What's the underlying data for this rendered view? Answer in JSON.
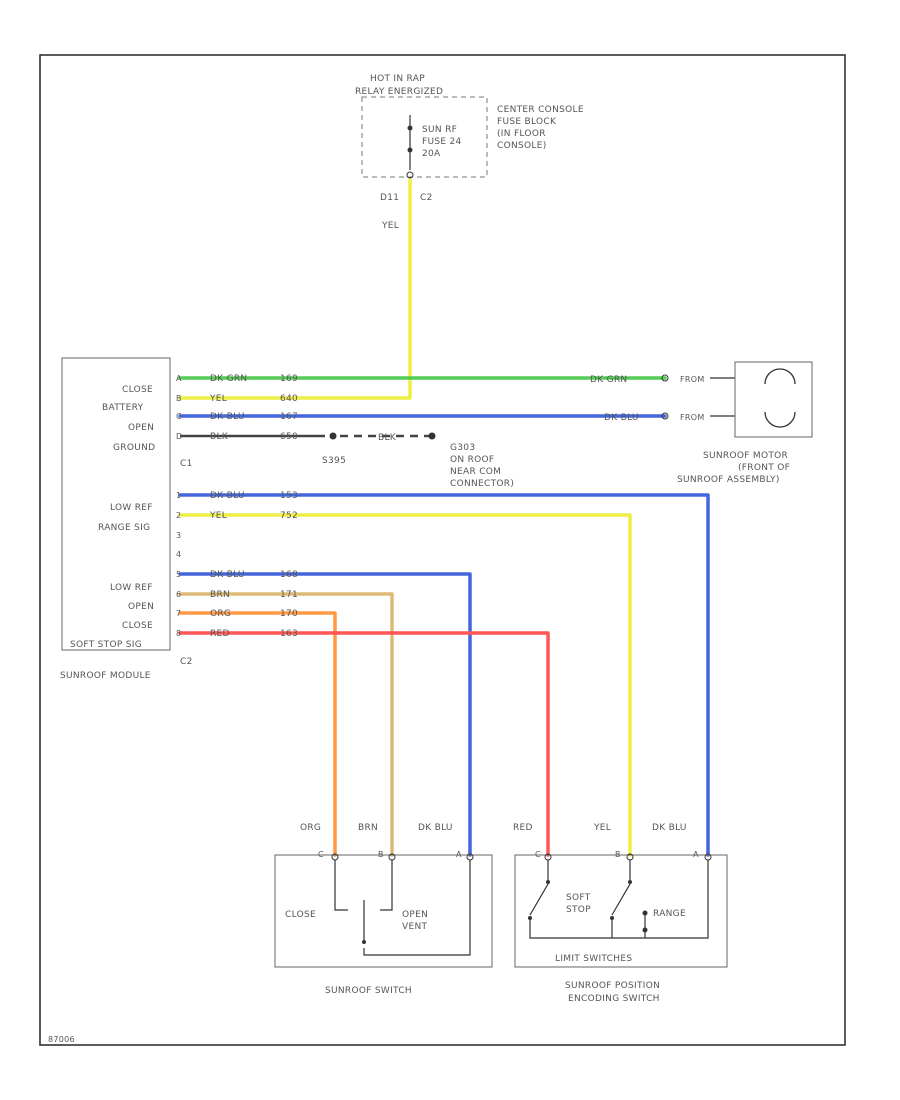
{
  "fuse_block": {
    "header_line1": "HOT IN RAP",
    "header_line2": "RELAY ENERGIZED",
    "fuse_line1": "SUN RF",
    "fuse_line2": "FUSE 24",
    "fuse_line3": "20A",
    "name_line1": "CENTER CONSOLE",
    "name_line2": "FUSE BLOCK",
    "name_line3": "(IN FLOOR",
    "name_line4": "CONSOLE)",
    "pin_left": "D11",
    "pin_right": "C2",
    "wire_color": "YEL"
  },
  "module": {
    "name": "SUNROOF MODULE",
    "c1_labels": [
      "CLOSE",
      "BATTERY",
      "OPEN",
      "GROUND"
    ],
    "c1": "C1",
    "low_ref_1": "LOW REF",
    "range_sig": "RANGE SIG",
    "low_ref_2": "LOW REF",
    "open": "OPEN",
    "close": "CLOSE",
    "soft_stop": "SOFT STOP SIG",
    "c2": "C2"
  },
  "wires": {
    "c1": [
      {
        "pin": "A",
        "color": "DK GRN",
        "circuit": "169",
        "hex": "#55cc55"
      },
      {
        "pin": "B",
        "color": "YEL",
        "circuit": "640",
        "hex": "#eeee44"
      },
      {
        "pin": "C",
        "color": "DK BLU",
        "circuit": "167",
        "hex": "#4466dd"
      },
      {
        "pin": "D",
        "color": "BLK",
        "circuit": "650",
        "hex": "#444444"
      }
    ],
    "c2": [
      {
        "pin": "1",
        "color": "DK BLU",
        "circuit": "153",
        "hex": "#4466dd"
      },
      {
        "pin": "2",
        "color": "YEL",
        "circuit": "752",
        "hex": "#eeee44"
      },
      {
        "pin": "3",
        "color": "",
        "circuit": "",
        "hex": ""
      },
      {
        "pin": "4",
        "color": "",
        "circuit": "",
        "hex": ""
      },
      {
        "pin": "5",
        "color": "DK BLU",
        "circuit": "168",
        "hex": "#4466dd"
      },
      {
        "pin": "6",
        "color": "BRN",
        "circuit": "171",
        "hex": "#ddbb77"
      },
      {
        "pin": "7",
        "color": "ORG",
        "circuit": "170",
        "hex": "#ff9944"
      },
      {
        "pin": "8",
        "color": "RED",
        "circuit": "163",
        "hex": "#ff5555"
      }
    ]
  },
  "motor": {
    "wire_green_label": "DK GRN",
    "wire_blue_label": "DK BLU",
    "conn_top": "FROM",
    "conn_bottom": "FROM",
    "name_line1": "SUNROOF MOTOR",
    "name_line2": "(FRONT OF",
    "name_line3": "SUNROOF ASSEMBLY)"
  },
  "ground": {
    "splice": "S395",
    "wire": "BLK",
    "name_line1": "G303",
    "name_line2": "ON ROOF",
    "name_line3": "NEAR COM",
    "name_line4": "CONNECTOR)"
  },
  "sunroof_switch": {
    "name": "SUNROOF SWITCH",
    "close": "CLOSE",
    "open": "OPEN",
    "vent": "VENT",
    "wire_labels": [
      "ORG",
      "BRN",
      "DK BLU"
    ],
    "pins": [
      "C",
      "B",
      "A"
    ]
  },
  "position_switch": {
    "name_line1": "SUNROOF POSITION",
    "name_line2": "ENCODING SWITCH",
    "inner": "LIMIT SWITCHES",
    "soft": "SOFT",
    "stop": "STOP",
    "range": "RANGE",
    "wire_labels": [
      "RED",
      "YEL",
      "DK BLU"
    ],
    "pins": [
      "C",
      "B",
      "A"
    ]
  },
  "footer": {
    "code": "87006"
  }
}
